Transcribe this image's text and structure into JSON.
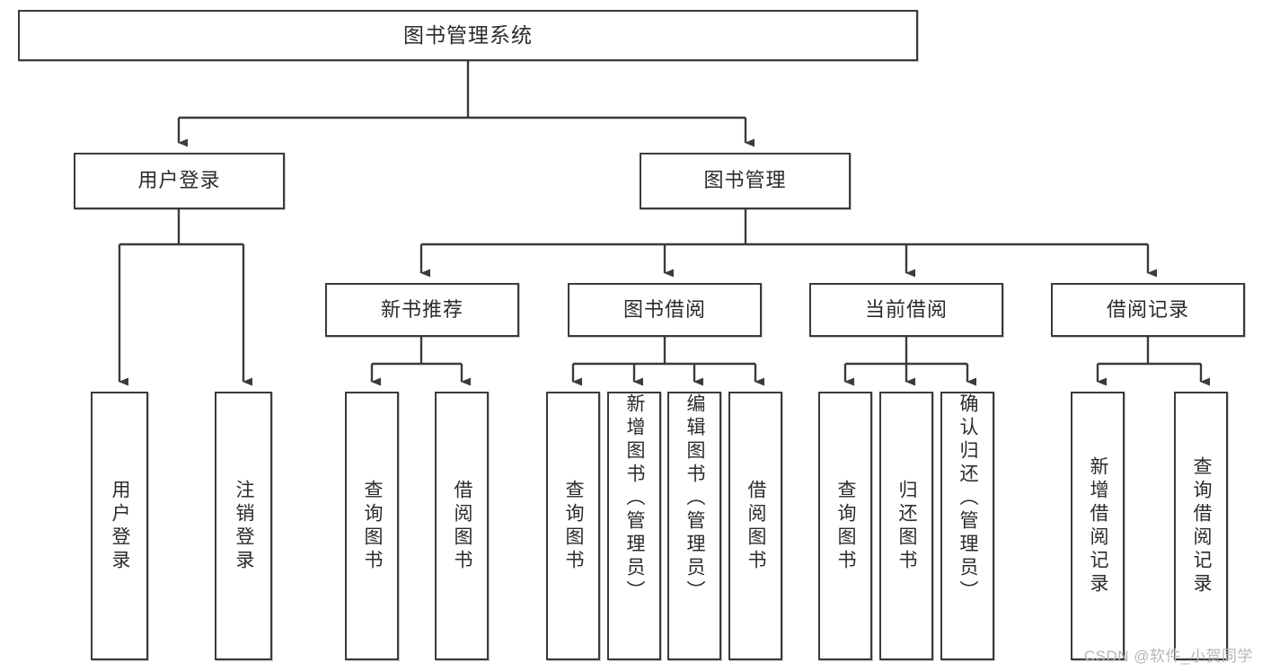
{
  "diagram": {
    "type": "tree-hierarchy",
    "title": "图书管理系统",
    "watermark": "CSDN @软件_小贺同学",
    "colors": {
      "box_border": "#3b3b3b",
      "box_fill": "#ffffff",
      "text": "#2b2b2b",
      "connector": "#3b3b3b",
      "watermark": "#b6b6b6",
      "background": "#ffffff"
    },
    "levels": {
      "root": {
        "label": "图书管理系统"
      },
      "level1": [
        {
          "id": "user-login",
          "label": "用户登录"
        },
        {
          "id": "book-management",
          "label": "图书管理"
        }
      ],
      "level2": [
        {
          "id": "new-book-recommend",
          "label": "新书推荐",
          "parent": "book-management"
        },
        {
          "id": "book-borrow",
          "label": "图书借阅",
          "parent": "book-management"
        },
        {
          "id": "current-borrow",
          "label": "当前借阅",
          "parent": "book-management"
        },
        {
          "id": "borrow-record",
          "label": "借阅记录",
          "parent": "book-management"
        }
      ],
      "leaves": [
        {
          "id": "leaf-user-login",
          "label": "用户登录",
          "parent": "user-login"
        },
        {
          "id": "leaf-logout",
          "label": "注销登录",
          "parent": "user-login"
        },
        {
          "id": "leaf-query-book-1",
          "label": "查询图书",
          "parent": "new-book-recommend"
        },
        {
          "id": "leaf-borrow-book-1",
          "label": "借阅图书",
          "parent": "new-book-recommend"
        },
        {
          "id": "leaf-query-book-2",
          "label": "查询图书",
          "parent": "book-borrow"
        },
        {
          "id": "leaf-add-book",
          "label": "新增图书（管理员）",
          "parent": "book-borrow"
        },
        {
          "id": "leaf-edit-book",
          "label": "编辑图书（管理员）",
          "parent": "book-borrow"
        },
        {
          "id": "leaf-borrow-book-2",
          "label": "借阅图书",
          "parent": "book-borrow"
        },
        {
          "id": "leaf-query-book-3",
          "label": "查询图书",
          "parent": "current-borrow"
        },
        {
          "id": "leaf-return-book",
          "label": "归还图书",
          "parent": "current-borrow"
        },
        {
          "id": "leaf-confirm-return",
          "label": "确认归还（管理员）",
          "parent": "current-borrow"
        },
        {
          "id": "leaf-add-record",
          "label": "新增借阅记录",
          "parent": "borrow-record"
        },
        {
          "id": "leaf-query-record",
          "label": "查询借阅记录",
          "parent": "borrow-record"
        }
      ]
    }
  }
}
